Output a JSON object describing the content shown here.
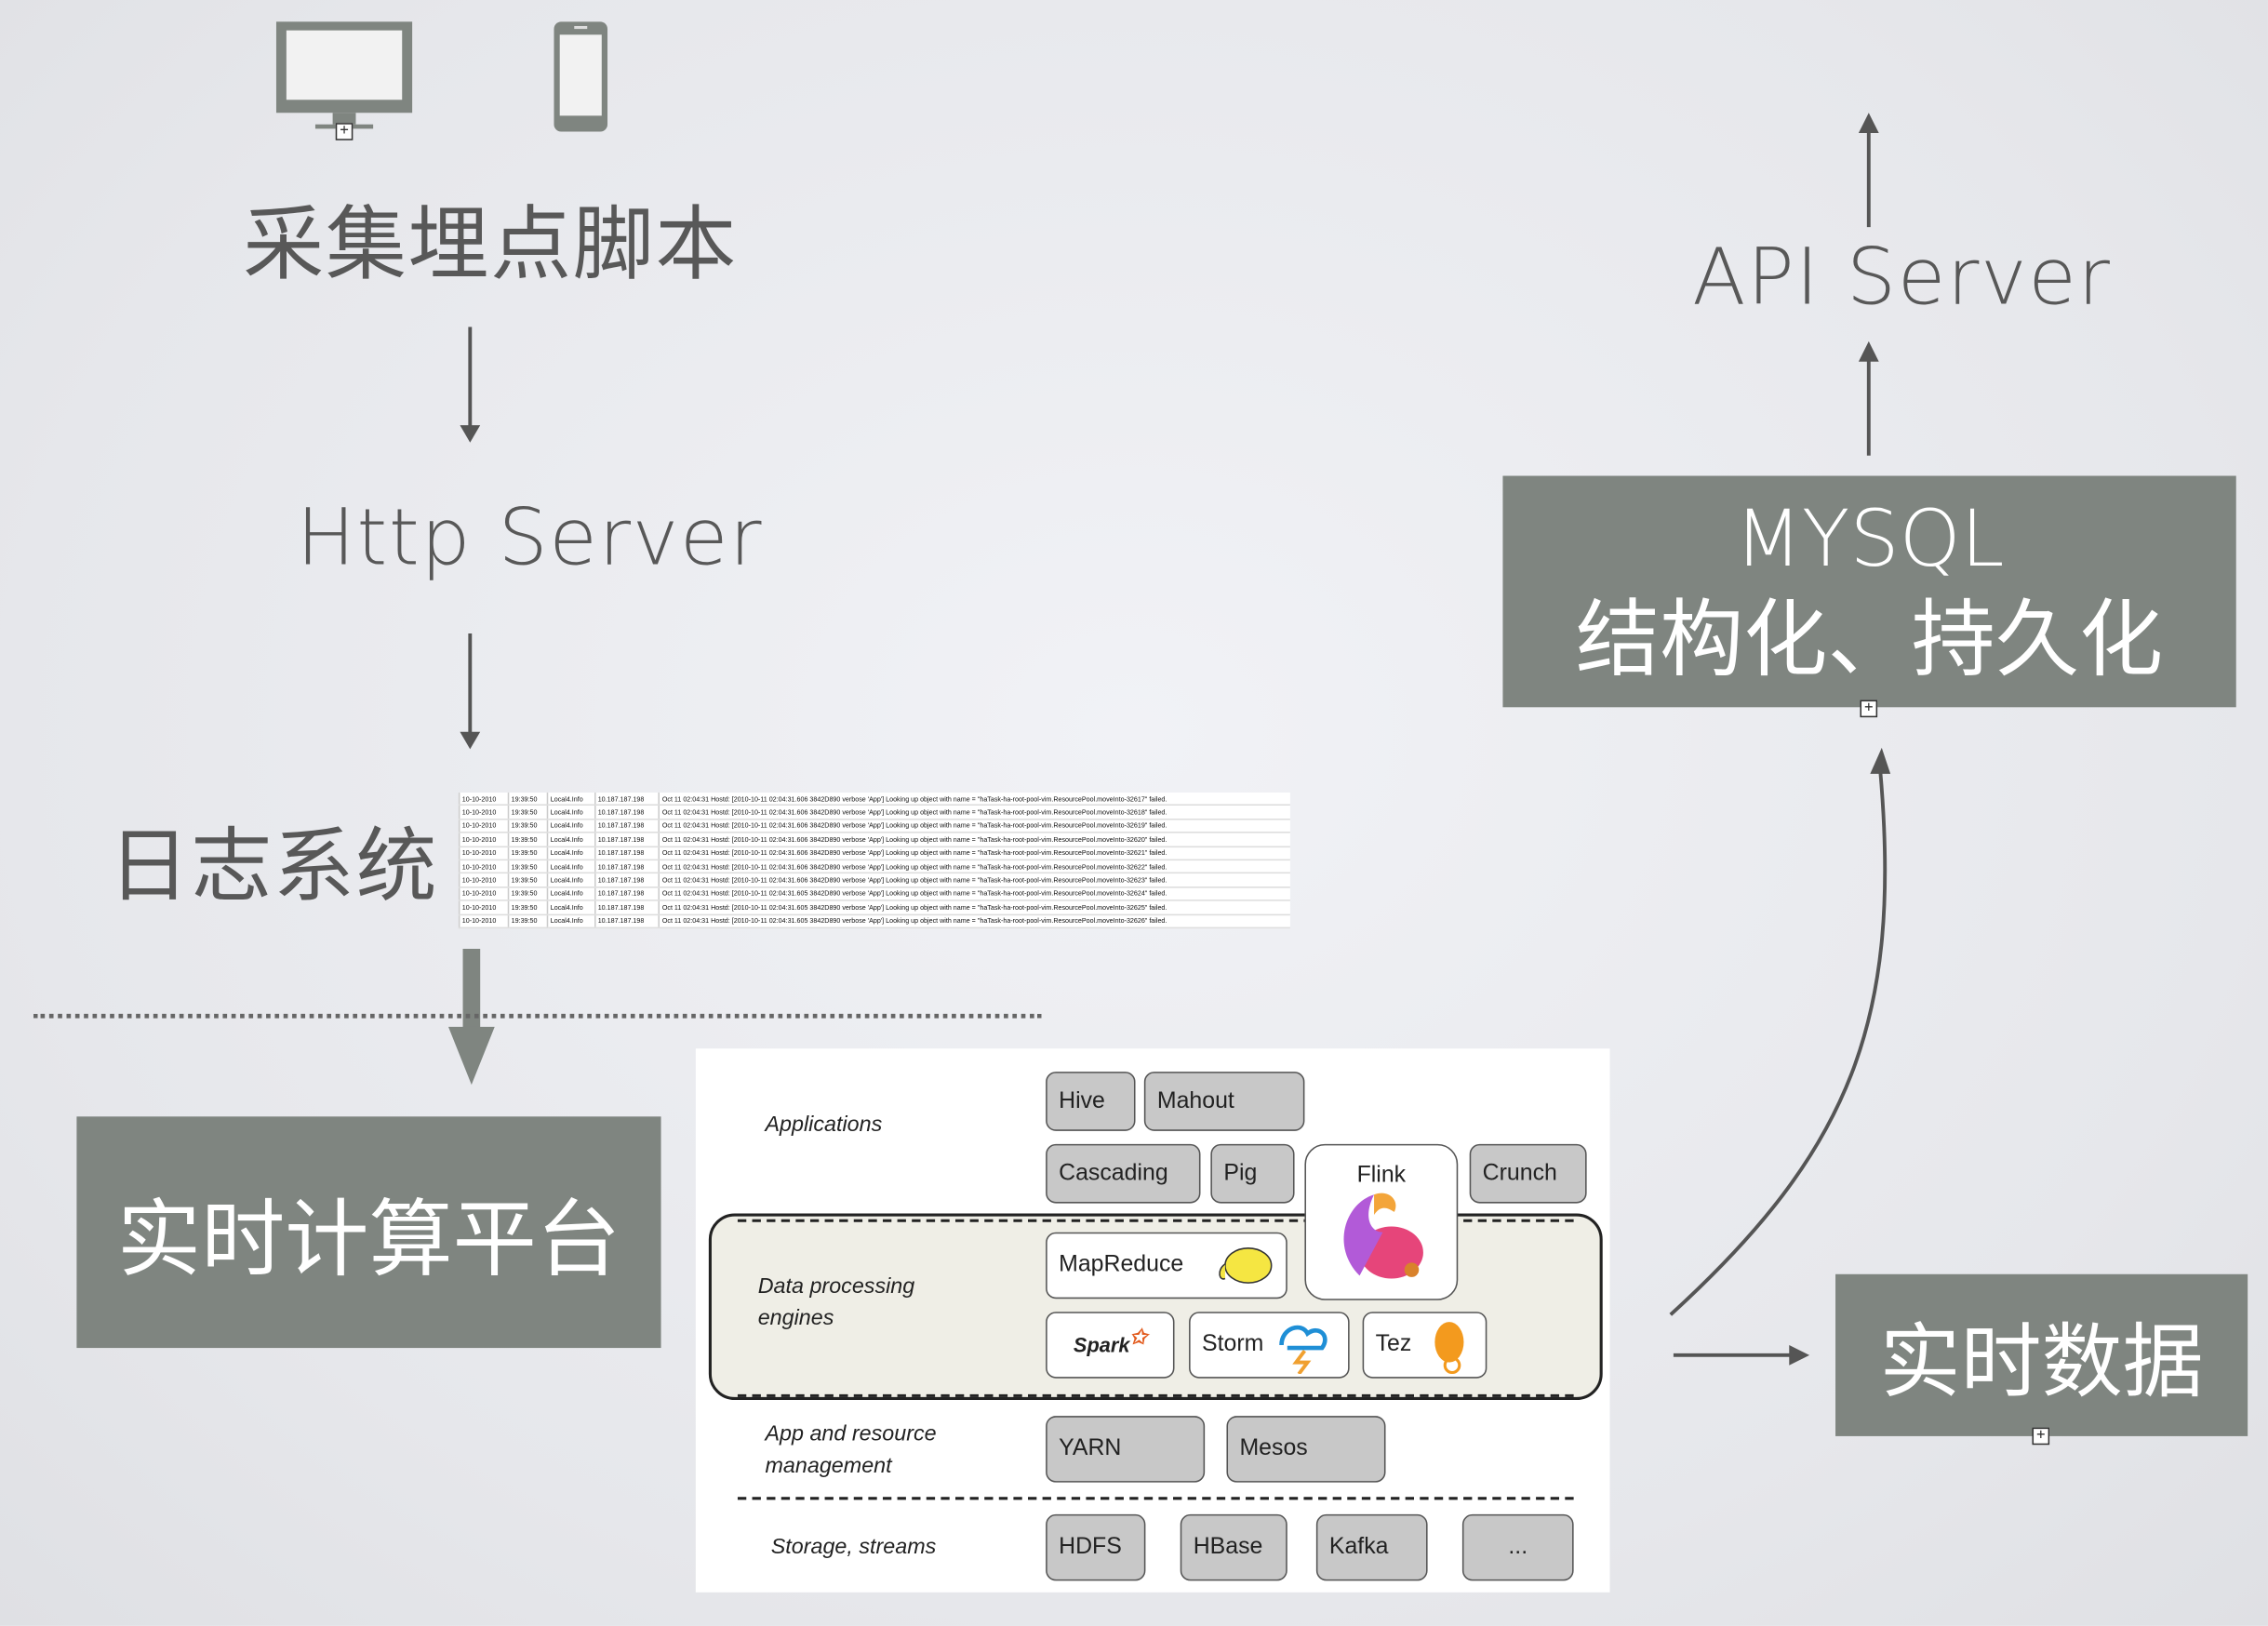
{
  "devices": {
    "desktop_icon": "monitor-icon",
    "mobile_icon": "phone-icon"
  },
  "flow": {
    "collect_script": "采集埋点脚本",
    "http_server": "Http Server",
    "log_system": "日志系统",
    "realtime_platform": "实时计算平台",
    "realtime_data": "实时数据",
    "mysql_title": "MYSQL",
    "mysql_subtitle": "结构化、持久化",
    "api_server": "API Server"
  },
  "log_rows": [
    [
      "10-10-2010",
      "19:39:50",
      "Local4.Info",
      "10.187.187.198",
      "Oct 11 02:04:31 Hostd: [2010-10-11 02:04:31.606 3842D890 verbose 'App'] Looking up object with name = \"haTask-ha-root-pool-vim.ResourcePool.moveInto-32617\" failed."
    ],
    [
      "10-10-2010",
      "19:39:50",
      "Local4.Info",
      "10.187.187.198",
      "Oct 11 02:04:31 Hostd: [2010-10-11 02:04:31.606 3842D890 verbose 'App'] Looking up object with name = \"haTask-ha-root-pool-vim.ResourcePool.moveInto-32618\" failed."
    ],
    [
      "10-10-2010",
      "19:39:50",
      "Local4.Info",
      "10.187.187.198",
      "Oct 11 02:04:31 Hostd: [2010-10-11 02:04:31.606 3842D890 verbose 'App'] Looking up object with name = \"haTask-ha-root-pool-vim.ResourcePool.moveInto-32619\" failed."
    ],
    [
      "10-10-2010",
      "19:39:50",
      "Local4.Info",
      "10.187.187.198",
      "Oct 11 02:04:31 Hostd: [2010-10-11 02:04:31.606 3842D890 verbose 'App'] Looking up object with name = \"haTask-ha-root-pool-vim.ResourcePool.moveInto-32620\" failed."
    ],
    [
      "10-10-2010",
      "19:39:50",
      "Local4.Info",
      "10.187.187.198",
      "Oct 11 02:04:31 Hostd: [2010-10-11 02:04:31.606 3842D890 verbose 'App'] Looking up object with name = \"haTask-ha-root-pool-vim.ResourcePool.moveInto-32621\" failed."
    ],
    [
      "10-10-2010",
      "19:39:50",
      "Local4.Info",
      "10.187.187.198",
      "Oct 11 02:04:31 Hostd: [2010-10-11 02:04:31.606 3842D890 verbose 'App'] Looking up object with name = \"haTask-ha-root-pool-vim.ResourcePool.moveInto-32622\" failed."
    ],
    [
      "10-10-2010",
      "19:39:50",
      "Local4.Info",
      "10.187.187.198",
      "Oct 11 02:04:31 Hostd: [2010-10-11 02:04:31.606 3842D890 verbose 'App'] Looking up object with name = \"haTask-ha-root-pool-vim.ResourcePool.moveInto-32623\" failed."
    ],
    [
      "10-10-2010",
      "19:39:50",
      "Local4.Info",
      "10.187.187.198",
      "Oct 11 02:04:31 Hostd: [2010-10-11 02:04:31.605 3842D890 verbose 'App'] Looking up object with name = \"haTask-ha-root-pool-vim.ResourcePool.moveInto-32624\" failed."
    ],
    [
      "10-10-2010",
      "19:39:50",
      "Local4.Info",
      "10.187.187.198",
      "Oct 11 02:04:31 Hostd: [2010-10-11 02:04:31.605 3842D890 verbose 'App'] Looking up object with name = \"haTask-ha-root-pool-vim.ResourcePool.moveInto-32625\" failed."
    ],
    [
      "10-10-2010",
      "19:39:50",
      "Local4.Info",
      "10.187.187.198",
      "Oct 11 02:04:31 Hostd: [2010-10-11 02:04:31.605 3842D890 verbose 'App'] Looking up object with name = \"haTask-ha-root-pool-vim.ResourcePool.moveInto-32626\" failed."
    ]
  ],
  "stack": {
    "layers": {
      "applications": "Applications",
      "engines": "Data processing engines",
      "resource": "App and resource management",
      "storage": "Storage, streams"
    },
    "apps": {
      "hive": "Hive",
      "mahout": "Mahout",
      "cascading": "Cascading",
      "pig": "Pig",
      "flink": "Flink",
      "crunch": "Crunch"
    },
    "engines": {
      "mapreduce": "MapReduce",
      "spark": "Spark",
      "storm": "Storm",
      "tez": "Tez"
    },
    "resource": {
      "yarn": "YARN",
      "mesos": "Mesos"
    },
    "storage": {
      "hdfs": "HDFS",
      "hbase": "HBase",
      "kafka": "Kafka",
      "more": "..."
    }
  },
  "colors": {
    "box_gray": "#7f8580",
    "tile_gray": "#c8c8c8",
    "band": "#efeee6",
    "arrow": "#5a5a5a"
  }
}
